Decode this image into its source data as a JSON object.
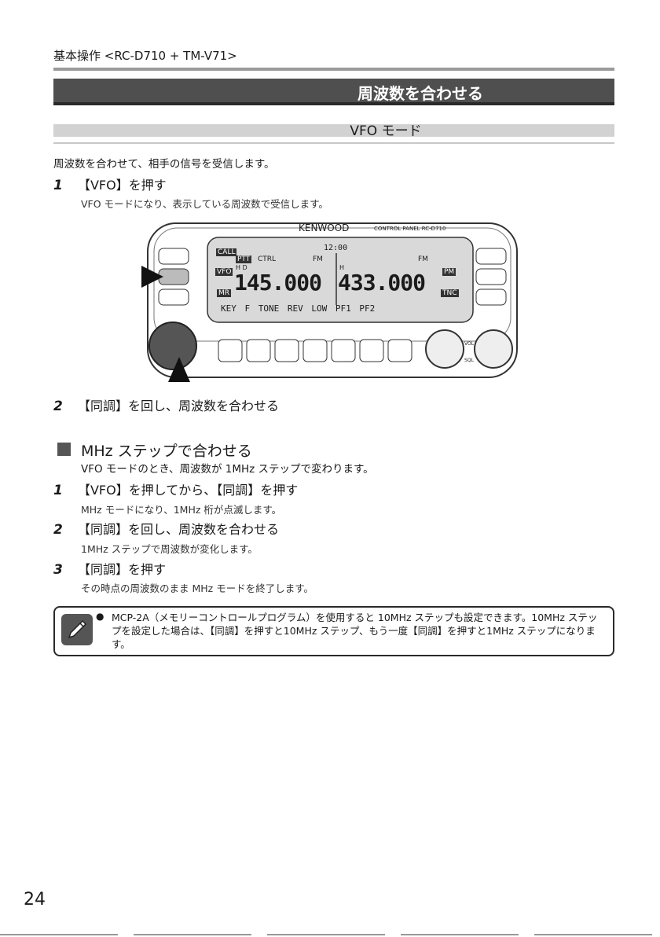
{
  "running_head": "基本操作 <RC-D710 + TM-V71>",
  "title": "周波数を合わせる",
  "subtitle": "VFO モード",
  "intro": "周波数を合わせて、相手の信号を受信します。",
  "steps_a": [
    {
      "num": "1",
      "title": "【VFO】を押す",
      "desc": "VFO モードになり、表示している周波数で受信します。"
    },
    {
      "num": "2",
      "title": "【同調】を回し、周波数を合わせる",
      "desc": ""
    }
  ],
  "panel": {
    "brand": "KENWOOD",
    "model": "CONTROL PANEL RC-D710",
    "time": "12:00",
    "tag_call": "CALL",
    "tag_vfo": "VFO",
    "tag_mr": "MR",
    "tag_ptt": "PTT",
    "ctrl": "CTRL",
    "left_mode": "FM",
    "right_mode": "FM",
    "left_power": "H D",
    "right_power": "H",
    "left_freq": "145.000",
    "right_freq": "433.000",
    "tag_pm": "PM",
    "tag_tnc": "TNC",
    "keys": [
      "KEY",
      "F",
      "TONE",
      "REV",
      "LOW",
      "PF1",
      "PF2"
    ],
    "vol_label": "VOL",
    "sql_label": "SQL"
  },
  "section": {
    "heading": "MHz ステップで合わせる",
    "desc": "VFO モードのとき、周波数が 1MHz ステップで変わります。"
  },
  "steps_b": [
    {
      "num": "1",
      "title": "【VFO】を押してから、【同調】を押す",
      "desc": "MHz モードになり、1MHz 桁が点滅します。"
    },
    {
      "num": "2",
      "title": "【同調】を回し、周波数を合わせる",
      "desc": "1MHz ステップで周波数が変化します。"
    },
    {
      "num": "3",
      "title": "【同調】を押す",
      "desc": "その時点の周波数のまま MHz モードを終了します。"
    }
  ],
  "note": {
    "bullet": "●",
    "text": "MCP-2A（メモリーコントロールプログラム）を使用すると 10MHz ステップも設定できます。10MHz ステップを設定した場合は、【同調】を押すと10MHz ステップ、もう一度【同調】を押すと1MHz ステップになります。"
  },
  "page_number": "24"
}
